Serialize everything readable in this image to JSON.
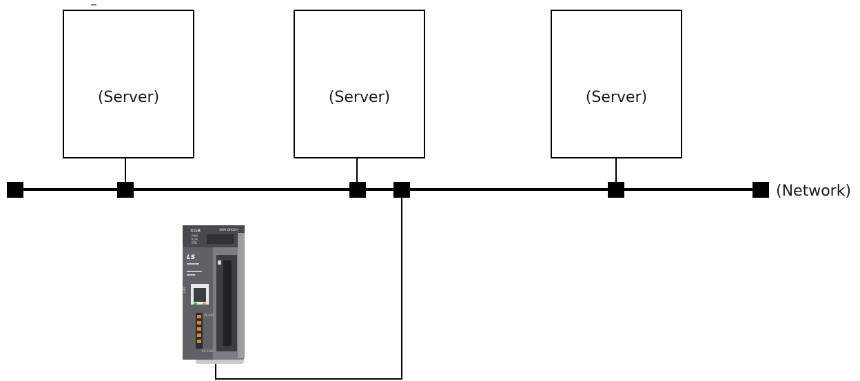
{
  "servers": [
    {
      "label": "(Server)"
    },
    {
      "label": "(Server)"
    },
    {
      "label": "(Server)"
    }
  ],
  "network": {
    "label": "(Network)"
  },
  "plc": {
    "brand": "XGB",
    "model": "XBM-DN32H",
    "logo": "LS",
    "status_leds": [
      "PWR",
      "RUN",
      "ERR"
    ],
    "port_labels": [
      "LAN",
      "RS-485",
      "RS-232C"
    ]
  },
  "colors": {
    "line": "#000000",
    "plc_body": "#7a7d82",
    "plc_terminal": "#e08a1e"
  }
}
